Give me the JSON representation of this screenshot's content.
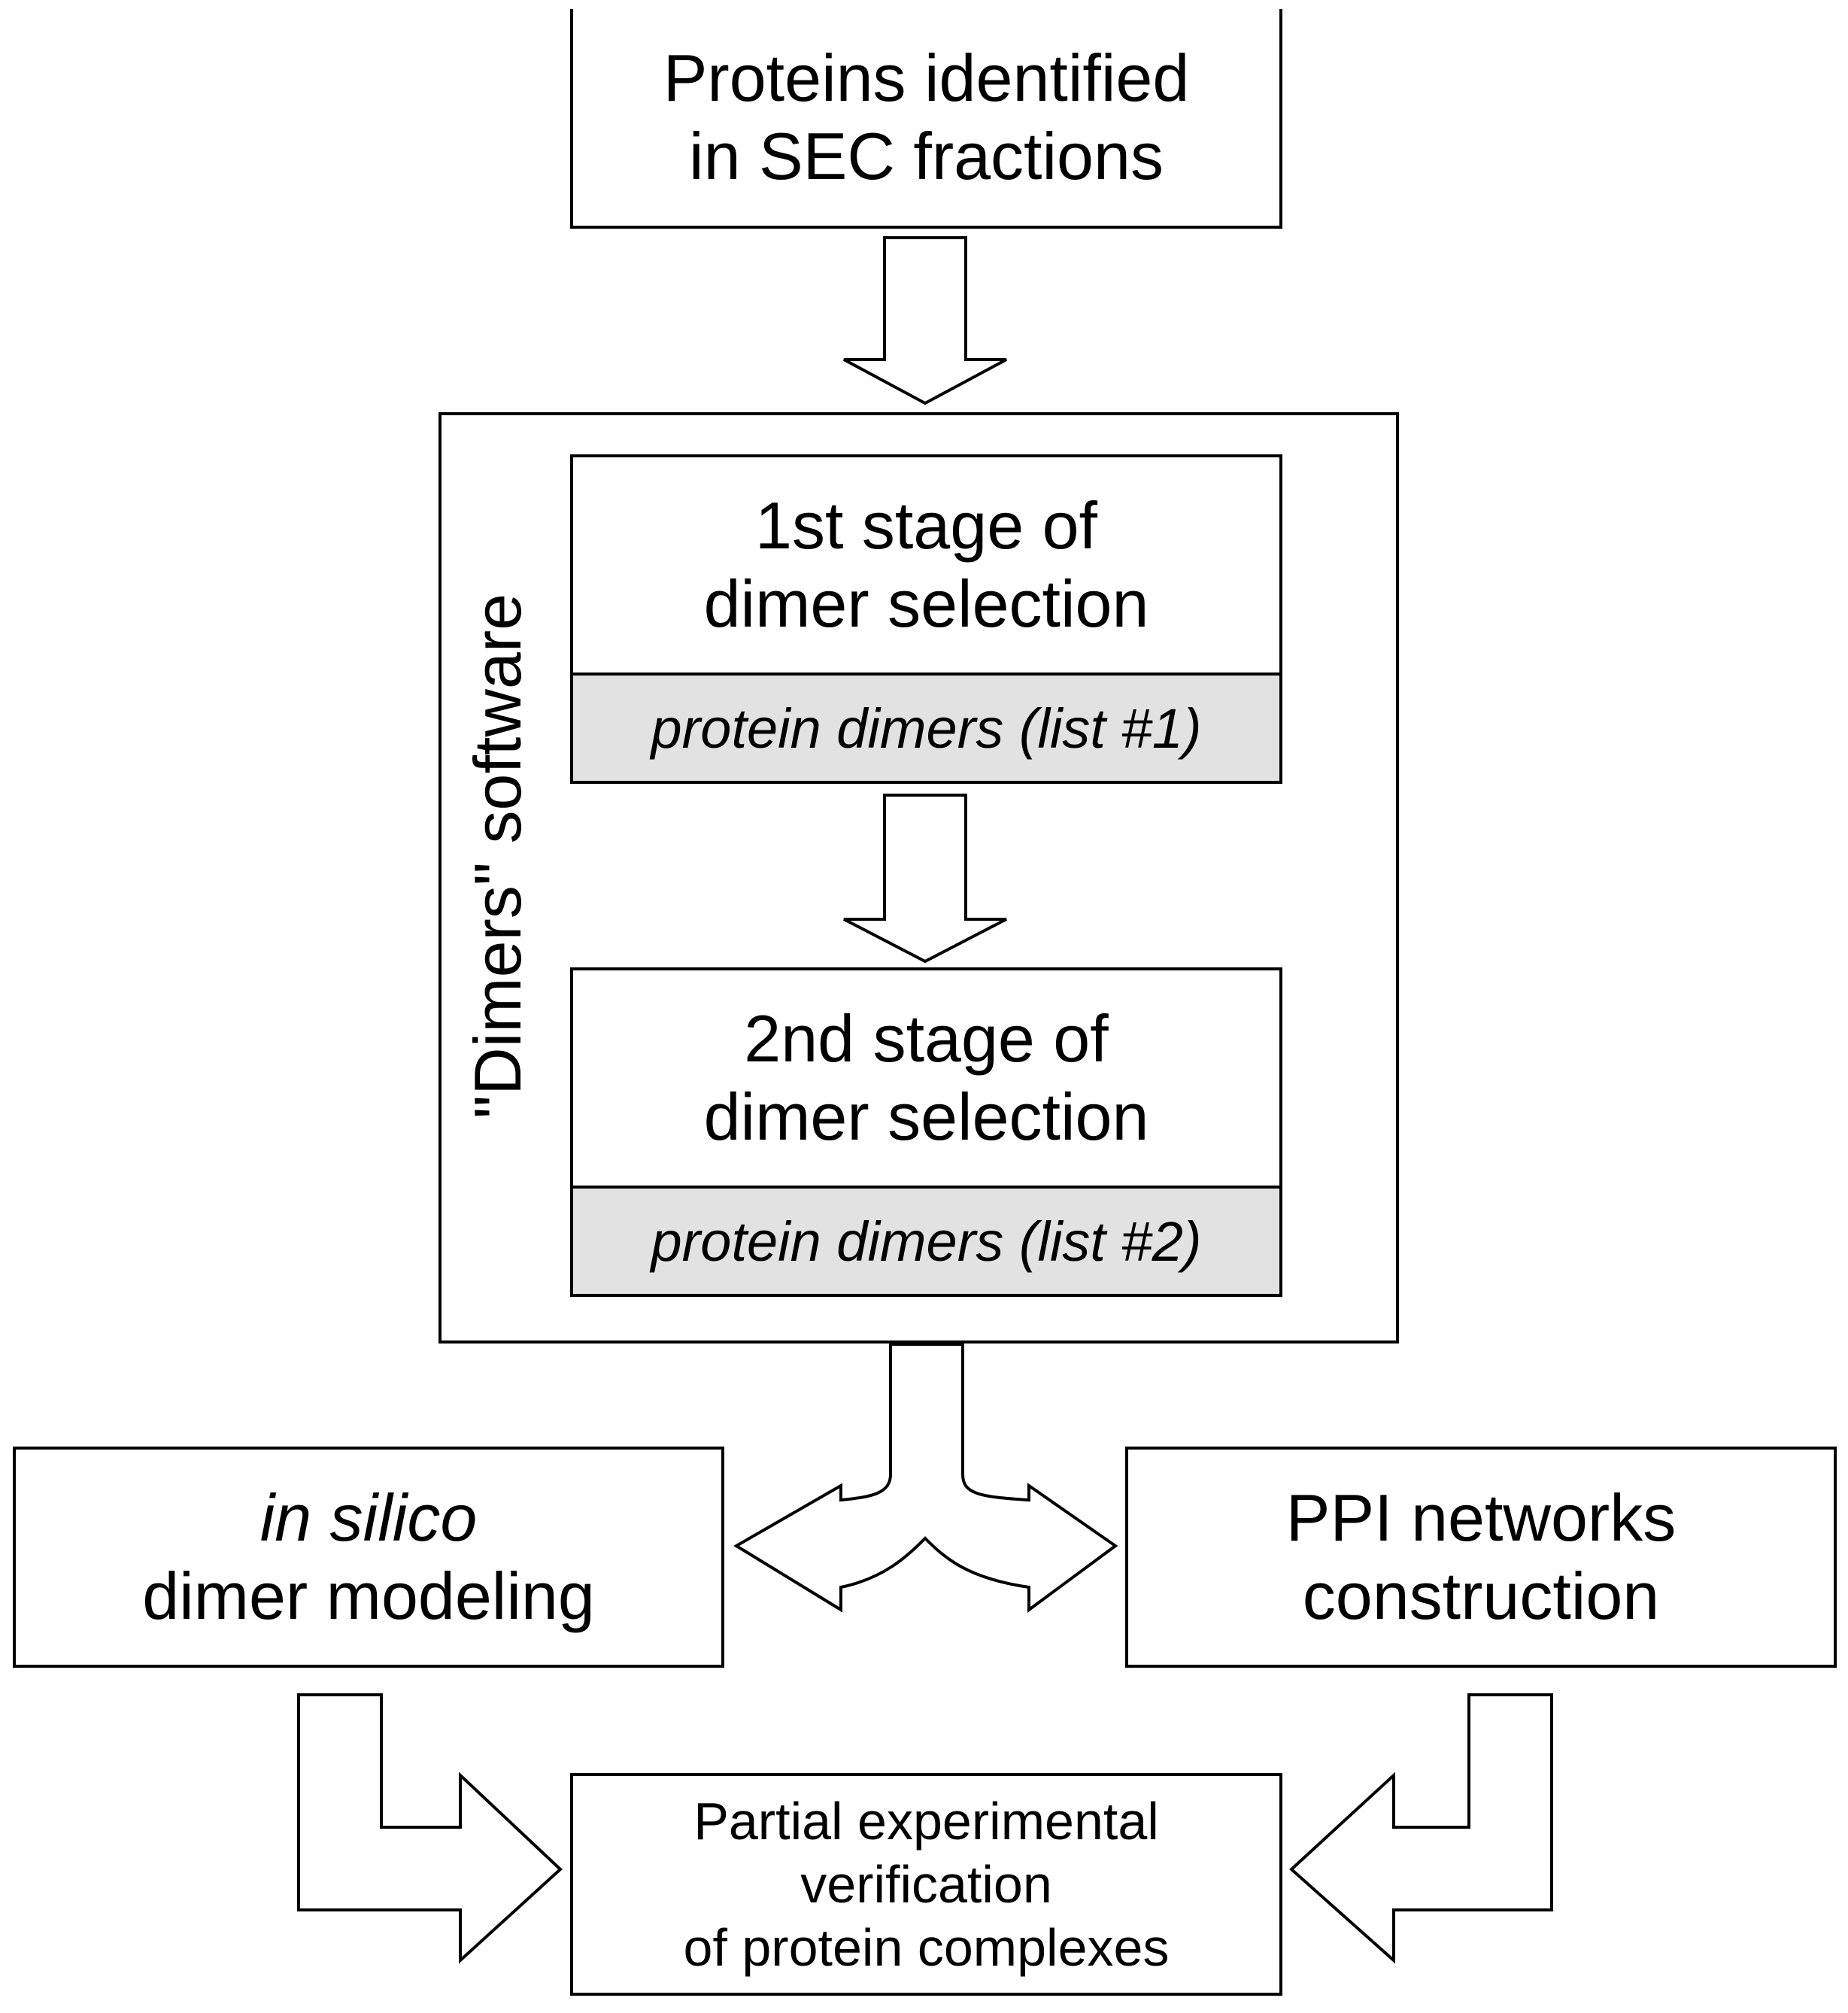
{
  "nodes": {
    "sec": {
      "lines": [
        "Proteins identified",
        "in SEC fractions"
      ]
    },
    "software": {
      "label": "\"Dimers\" software"
    },
    "stage1": {
      "lines": [
        "1st stage of",
        "dimer selection"
      ],
      "output": "protein dimers (list #1)"
    },
    "stage2": {
      "lines": [
        "2nd stage of",
        "dimer selection"
      ],
      "output": "protein dimers (list #2)"
    },
    "modeling": {
      "italic_line": "in silico",
      "line": "dimer modeling"
    },
    "ppi": {
      "lines": [
        "PPI networks",
        "construction"
      ]
    },
    "verify": {
      "lines": [
        "Partial experimental",
        "verification",
        "of protein complexes"
      ]
    }
  },
  "colors": {
    "stroke": "#000000",
    "output_fill": "#e2e2e2",
    "background": "#ffffff"
  }
}
